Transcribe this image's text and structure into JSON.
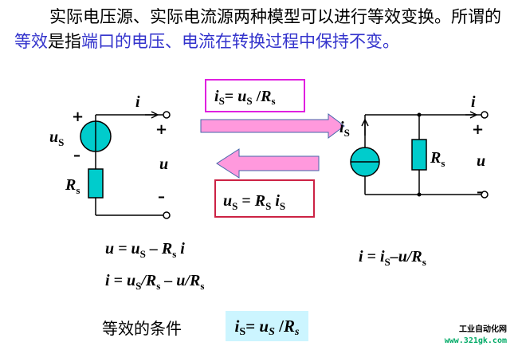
{
  "intro": {
    "part1": "实际电压源、实际电流源两种模型可以进行等效变换。所谓的",
    "hl1": "等效",
    "part2": "是指",
    "hl2": "端口的电压、电流在转换过程中保持不变。"
  },
  "left_circuit": {
    "current": "i",
    "plus_src": "+",
    "minus_src": "–",
    "src_label": "u",
    "src_sub": "S",
    "plus_port": "+",
    "minus_port": "–",
    "port_label": "u",
    "res_label": "R",
    "res_sub": "s"
  },
  "right_circuit": {
    "current": "i",
    "plus_port": "+",
    "minus_port": "–",
    "port_label": "u",
    "src_label": "i",
    "src_sub": "S",
    "res_label": "R",
    "res_sub": "s"
  },
  "box_top": {
    "lhs": "i",
    "lhs_sub": "S",
    "eq": "= ",
    "u": "u",
    "u_sub": "S",
    "slash": " /",
    "r": "R",
    "r_sub": "s",
    "border": "#e020e0"
  },
  "box_mid": {
    "lhs": "u",
    "lhs_sub": "S",
    "eq": " = ",
    "r": "R",
    "r_sub": "S",
    "i": " i",
    "i_sub": "S",
    "border": "#cc2244"
  },
  "arrow_color": "#ff99dd",
  "eq_left_1": "u = uS – Rs i",
  "eq_left_2": "i = uS/Rs – u/Rs",
  "eq_right": "i = iS–u/Rs",
  "condition": {
    "label": "等效的条件",
    "formula": "iS= uS/Rs",
    "bg": "#ccf5ff"
  },
  "watermark": {
    "line1": "工业自动化网",
    "line2": "www.321gk.com"
  }
}
